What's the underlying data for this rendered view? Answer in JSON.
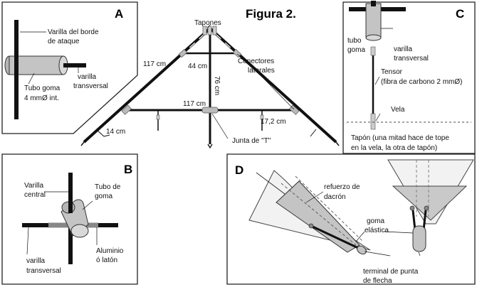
{
  "title": "Figura 2.",
  "main": {
    "tapones": "Tapones",
    "conectores_line1": "Conectores",
    "conectores_line2": "laterales",
    "len_117_left": "117 cm",
    "len_44": "44 cm",
    "len_76": "76 cm",
    "len_117_spar": "117 cm",
    "len_14": "14 cm",
    "len_17_2": "17,2 cm",
    "junta": "Junta de \"T\""
  },
  "panel_a": {
    "letter": "A",
    "varilla_line1": "Varilla del borde",
    "varilla_line2": "de ataque",
    "tubo_line1": "Tubo goma",
    "tubo_line2": "4 mmØ int.",
    "transv_line1": "varilla",
    "transv_line2": "transversal"
  },
  "panel_b": {
    "letter": "B",
    "central_line1": "Varilla",
    "central_line2": "central",
    "tubo_line1": "Tubo de",
    "tubo_line2": "goma",
    "transv_line1": "varilla",
    "transv_line2": "transversal",
    "alum_line1": "Aluminio",
    "alum_line2": "ó latón"
  },
  "panel_c": {
    "letter": "C",
    "tubo_line1": "tubo",
    "tubo_line2": "goma",
    "transv_line1": "varilla",
    "transv_line2": "transversal",
    "tensor_line1": "Tensor",
    "tensor_line2": "(fibra de carbono 2 mmØ)",
    "vela": "Vela",
    "tapon_line1": "Tapón (una mitad hace de tope",
    "tapon_line2": "en la vela, la otra de tapón)"
  },
  "panel_d": {
    "letter": "D",
    "refuerzo_line1": "refuerzo de",
    "refuerzo_line2": "dacrón",
    "goma_line1": "goma",
    "goma_line2": "elástica",
    "terminal_line1": "terminal de punta",
    "terminal_line2": "de flecha"
  }
}
